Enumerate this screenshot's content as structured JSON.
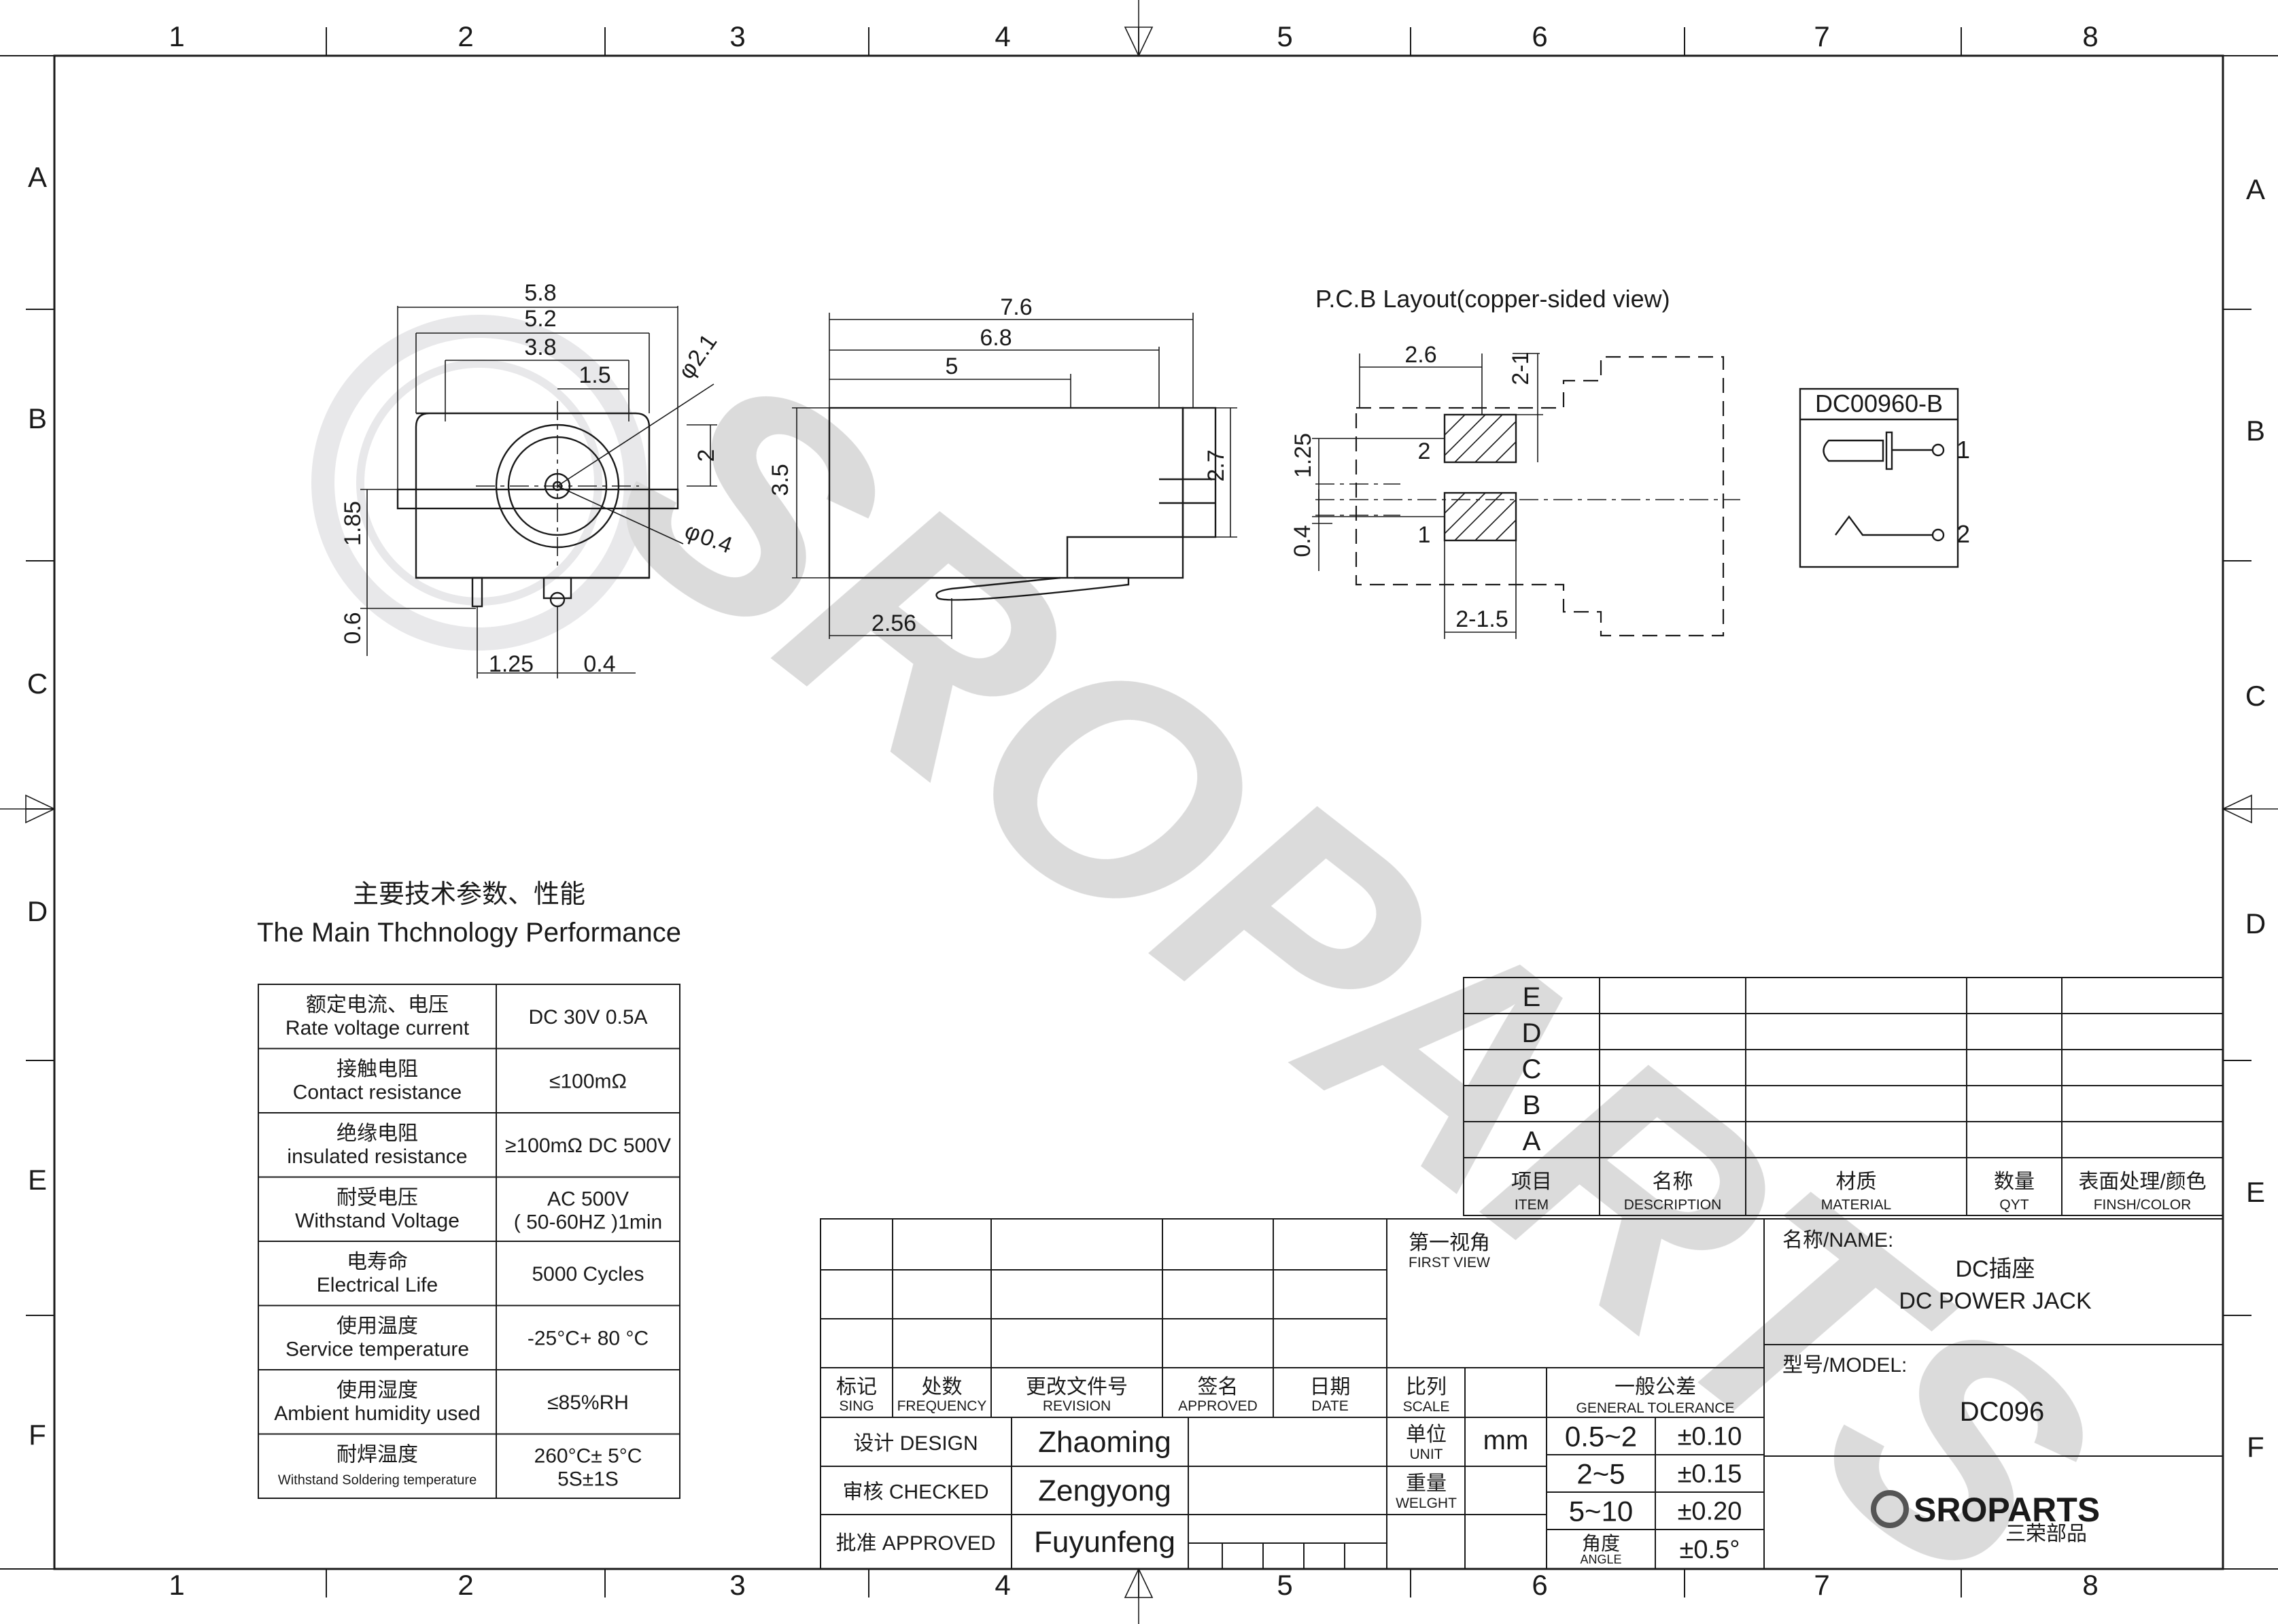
{
  "border": {
    "columns": [
      "1",
      "2",
      "3",
      "4",
      "5",
      "6",
      "7",
      "8"
    ],
    "rows": [
      "A",
      "B",
      "C",
      "D",
      "E",
      "F"
    ]
  },
  "watermark": "SROPARTS",
  "front_view": {
    "dims": [
      "5.8",
      "5.2",
      "3.8",
      "1.5",
      "2",
      "1.85",
      "0.6",
      "1.25",
      "0.4"
    ],
    "phi_large": "2.1",
    "phi_small": "0.4"
  },
  "side_view": {
    "dims": [
      "7.6",
      "6.8",
      "5",
      "3.5",
      "2.7",
      "2.56"
    ]
  },
  "pcb": {
    "title": "P.C.B Layout(copper-sided view)",
    "dims": [
      "2.6",
      "2-1",
      "1.25",
      "0.4",
      "2-1.5"
    ],
    "pins": [
      "2",
      "1"
    ]
  },
  "symbol": {
    "part_number": "DC00960-B",
    "pins": [
      "1",
      "2"
    ]
  },
  "performance": {
    "title_cn": "主要技术参数、性能",
    "title_en": "The Main Thchnology Performance",
    "rows": [
      {
        "cn": "额定电流、电压",
        "en": "Rate voltage current",
        "value": [
          "DC 30V   0.5A"
        ]
      },
      {
        "cn": "接触电阻",
        "en": "Contact resistance",
        "value": [
          "≤100mΩ"
        ]
      },
      {
        "cn": "绝缘电阻",
        "en": "insulated resistance",
        "value": [
          "≥100mΩ DC 500V"
        ]
      },
      {
        "cn": "耐受电压",
        "en": "Withstand Voltage",
        "value": [
          "AC 500V",
          "( 50-60HZ )1min"
        ]
      },
      {
        "cn": "电寿命",
        "en": "Electrical Life",
        "value": [
          "5000 Cycles"
        ]
      },
      {
        "cn": "使用温度",
        "en": "Service temperature",
        "value": [
          "-25°C+ 80 °C"
        ]
      },
      {
        "cn": "使用湿度",
        "en": "Ambient humidity used",
        "value": [
          "≤85%RH"
        ]
      },
      {
        "cn": "耐焊温度",
        "en": "Withstand Soldering temperature",
        "value": [
          "260°C± 5°C",
          "5S±1S"
        ]
      }
    ]
  },
  "revision_table": {
    "letters": [
      "E",
      "D",
      "C",
      "B",
      "A"
    ],
    "headers": [
      {
        "cn": "项目",
        "en": "ITEM"
      },
      {
        "cn": "名称",
        "en": "DESCRIPTION"
      },
      {
        "cn": "材质",
        "en": "MATERIAL"
      },
      {
        "cn": "数量",
        "en": "QYT"
      },
      {
        "cn": "表面处理/颜色",
        "en": "FINSH/COLOR"
      }
    ]
  },
  "title_block": {
    "change_headers": [
      {
        "cn": "标记",
        "en": "SING"
      },
      {
        "cn": "处数",
        "en": "FREQUENCY"
      },
      {
        "cn": "更改文件号",
        "en": "REVISION"
      },
      {
        "cn": "签名",
        "en": "APPROVED"
      },
      {
        "cn": "日期",
        "en": "DATE"
      }
    ],
    "signoff": [
      {
        "label": "设计 DESIGN",
        "name": "Zhaoming"
      },
      {
        "label": "审核 CHECKED",
        "name": "Zengyong"
      },
      {
        "label": "批准 APPROVED",
        "name": "Fuyunfeng"
      }
    ],
    "projection": {
      "cn": "第一视角",
      "en": "FIRST VIEW"
    },
    "scale": {
      "cn": "比列",
      "en": "SCALE"
    },
    "unit": {
      "cn": "单位",
      "en": "UNIT",
      "value": "mm"
    },
    "weight": {
      "cn": "重量",
      "en": "WELGHT"
    },
    "tolerance": {
      "cn": "一般公差",
      "en": "GENERAL TOLERANCE",
      "rows": [
        {
          "range": "0.5~2",
          "tol": "±0.10"
        },
        {
          "range": "2~5",
          "tol": "±0.15"
        },
        {
          "range": "5~10",
          "tol": "±0.20"
        }
      ],
      "angle": {
        "cn": "角度",
        "en": "ANGLE",
        "tol": "±0.5°"
      }
    },
    "name_label": "名称/NAME:",
    "name_cn": "DC插座",
    "name_en": "DC POWER JACK",
    "model_label": "型号/MODEL:",
    "model": "DC096",
    "logo": {
      "brand": "SROPARTS",
      "cn": "三荣部品"
    }
  }
}
